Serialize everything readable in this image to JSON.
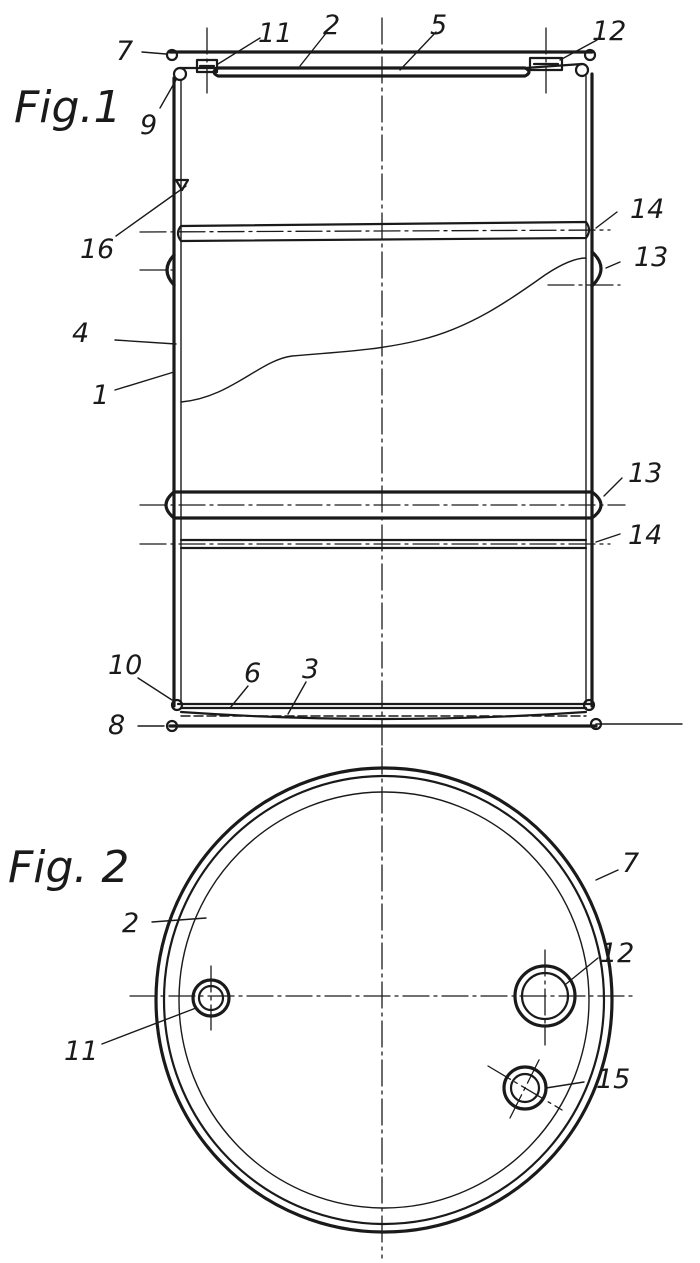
{
  "figure1": {
    "title": "Fig.1",
    "labels": {
      "l7": "7",
      "l11": "11",
      "l2": "2",
      "l5": "5",
      "l12": "12",
      "l9": "9",
      "l16": "16",
      "l14a": "14",
      "l13a": "13",
      "l4": "4",
      "l1": "1",
      "l13b": "13",
      "l14b": "14",
      "l10": "10",
      "l6": "6",
      "l3": "3",
      "l8": "8"
    }
  },
  "figure2": {
    "title": "Fig. 2",
    "labels": {
      "l7": "7",
      "l2": "2",
      "l12": "12",
      "l11": "11",
      "l15": "15"
    }
  }
}
